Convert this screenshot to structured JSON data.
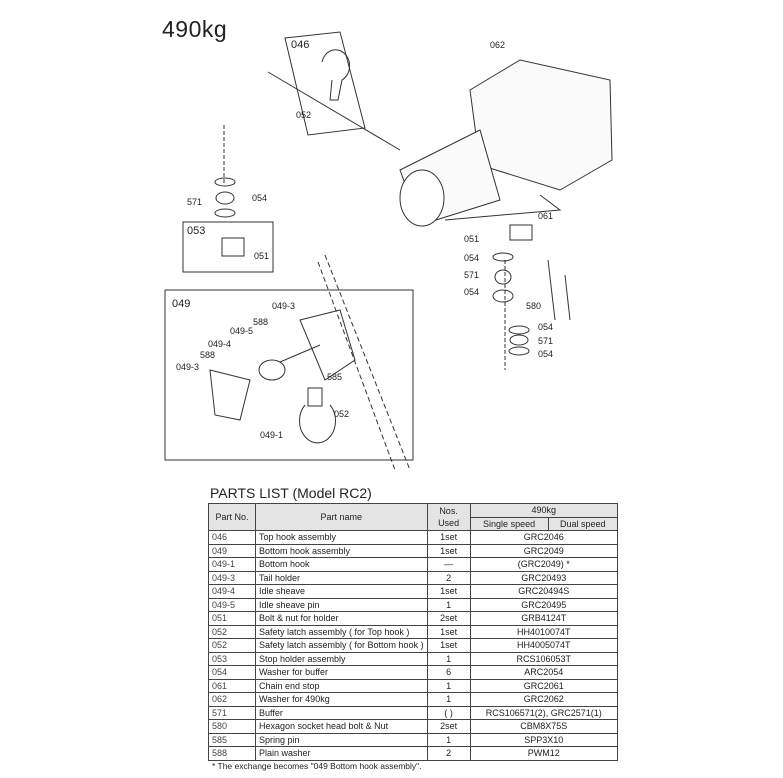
{
  "title": "490kg",
  "diagram": {
    "boxes": {
      "top_hook": "046",
      "stop_holder": "053",
      "bottom_hook": "049"
    },
    "callouts": [
      "052",
      "062",
      "571",
      "054",
      "051",
      "061",
      "051",
      "054",
      "571",
      "054",
      "580",
      "054",
      "571",
      "054",
      "049-3",
      "588",
      "049-5",
      "049-4",
      "588",
      "049-3",
      "585",
      "052",
      "049-1"
    ]
  },
  "parts_list": {
    "title": "PARTS LIST (Model RC2)",
    "headers": {
      "part_no": "Part No.",
      "part_name": "Part name",
      "nos_used": "Nos. Used",
      "capacity": "490kg",
      "single": "Single speed",
      "dual": "Dual speed"
    },
    "rows": [
      [
        "046",
        "Top hook assembly",
        "1set",
        "GRC2046"
      ],
      [
        "049",
        "Bottom hook assembly",
        "1set",
        "GRC2049"
      ],
      [
        "049-1",
        "Bottom hook",
        "—",
        "(GRC2049) *"
      ],
      [
        "049-3",
        "Tail holder",
        "2",
        "GRC20493"
      ],
      [
        "049-4",
        "Idle sheave",
        "1set",
        "GRC20494S"
      ],
      [
        "049-5",
        "Idle sheave pin",
        "1",
        "GRC20495"
      ],
      [
        "051",
        "Bolt & nut for holder",
        "2set",
        "GRB4124T"
      ],
      [
        "052",
        "Safety latch assembly ( for Top hook )",
        "1set",
        "HH4010074T"
      ],
      [
        "052",
        "Safety latch assembly ( for Bottom hook )",
        "1set",
        "HH4005074T"
      ],
      [
        "053",
        "Stop holder assembly",
        "1",
        "RCS106053T"
      ],
      [
        "054",
        "Washer for buffer",
        "6",
        "ARC2054"
      ],
      [
        "061",
        "Chain end stop",
        "1",
        "GRC2061"
      ],
      [
        "062",
        "Washer for 490kg",
        "1",
        "GRC2062"
      ],
      [
        "571",
        "Buffer",
        "( )",
        "RCS106571(2), GRC2571(1)"
      ],
      [
        "580",
        "Hexagon socket head bolt & Nut",
        "2set",
        "CBM8X75S"
      ],
      [
        "585",
        "Spring pin",
        "1",
        "SPP3X10"
      ],
      [
        "588",
        "Plain washer",
        "2",
        "PWM12"
      ]
    ],
    "footnote": "* The exchange becomes \"049 Bottom hook assembly\"."
  }
}
